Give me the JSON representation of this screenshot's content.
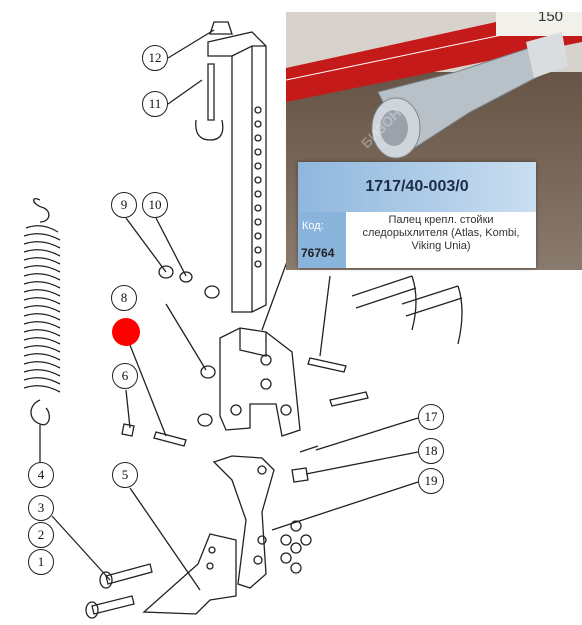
{
  "callouts": [
    {
      "id": "c1",
      "label": "1"
    },
    {
      "id": "c2",
      "label": "2"
    },
    {
      "id": "c3",
      "label": "3"
    },
    {
      "id": "c4",
      "label": "4"
    },
    {
      "id": "c5",
      "label": "5"
    },
    {
      "id": "c6",
      "label": "6"
    },
    {
      "id": "c8",
      "label": "8"
    },
    {
      "id": "c9",
      "label": "9"
    },
    {
      "id": "c10",
      "label": "10"
    },
    {
      "id": "c11",
      "label": "11"
    },
    {
      "id": "c12",
      "label": "12"
    },
    {
      "id": "c17",
      "label": "17"
    },
    {
      "id": "c18",
      "label": "18"
    },
    {
      "id": "c19",
      "label": "19"
    }
  ],
  "photo_card": {
    "part_number": "1717/40-003/0",
    "code_label": "Код:",
    "code_value": "76764",
    "description": "Палец крепл. стойки следорыхлителя (Atlas, Kombi, Viking Unia)"
  },
  "photo_watermark": "БИЗОН",
  "ruler_text": "150",
  "colors": {
    "highlight_dot": "#ff0000",
    "card_header": "#a9c8e8",
    "card_code_bg": "#8ab4dc"
  }
}
